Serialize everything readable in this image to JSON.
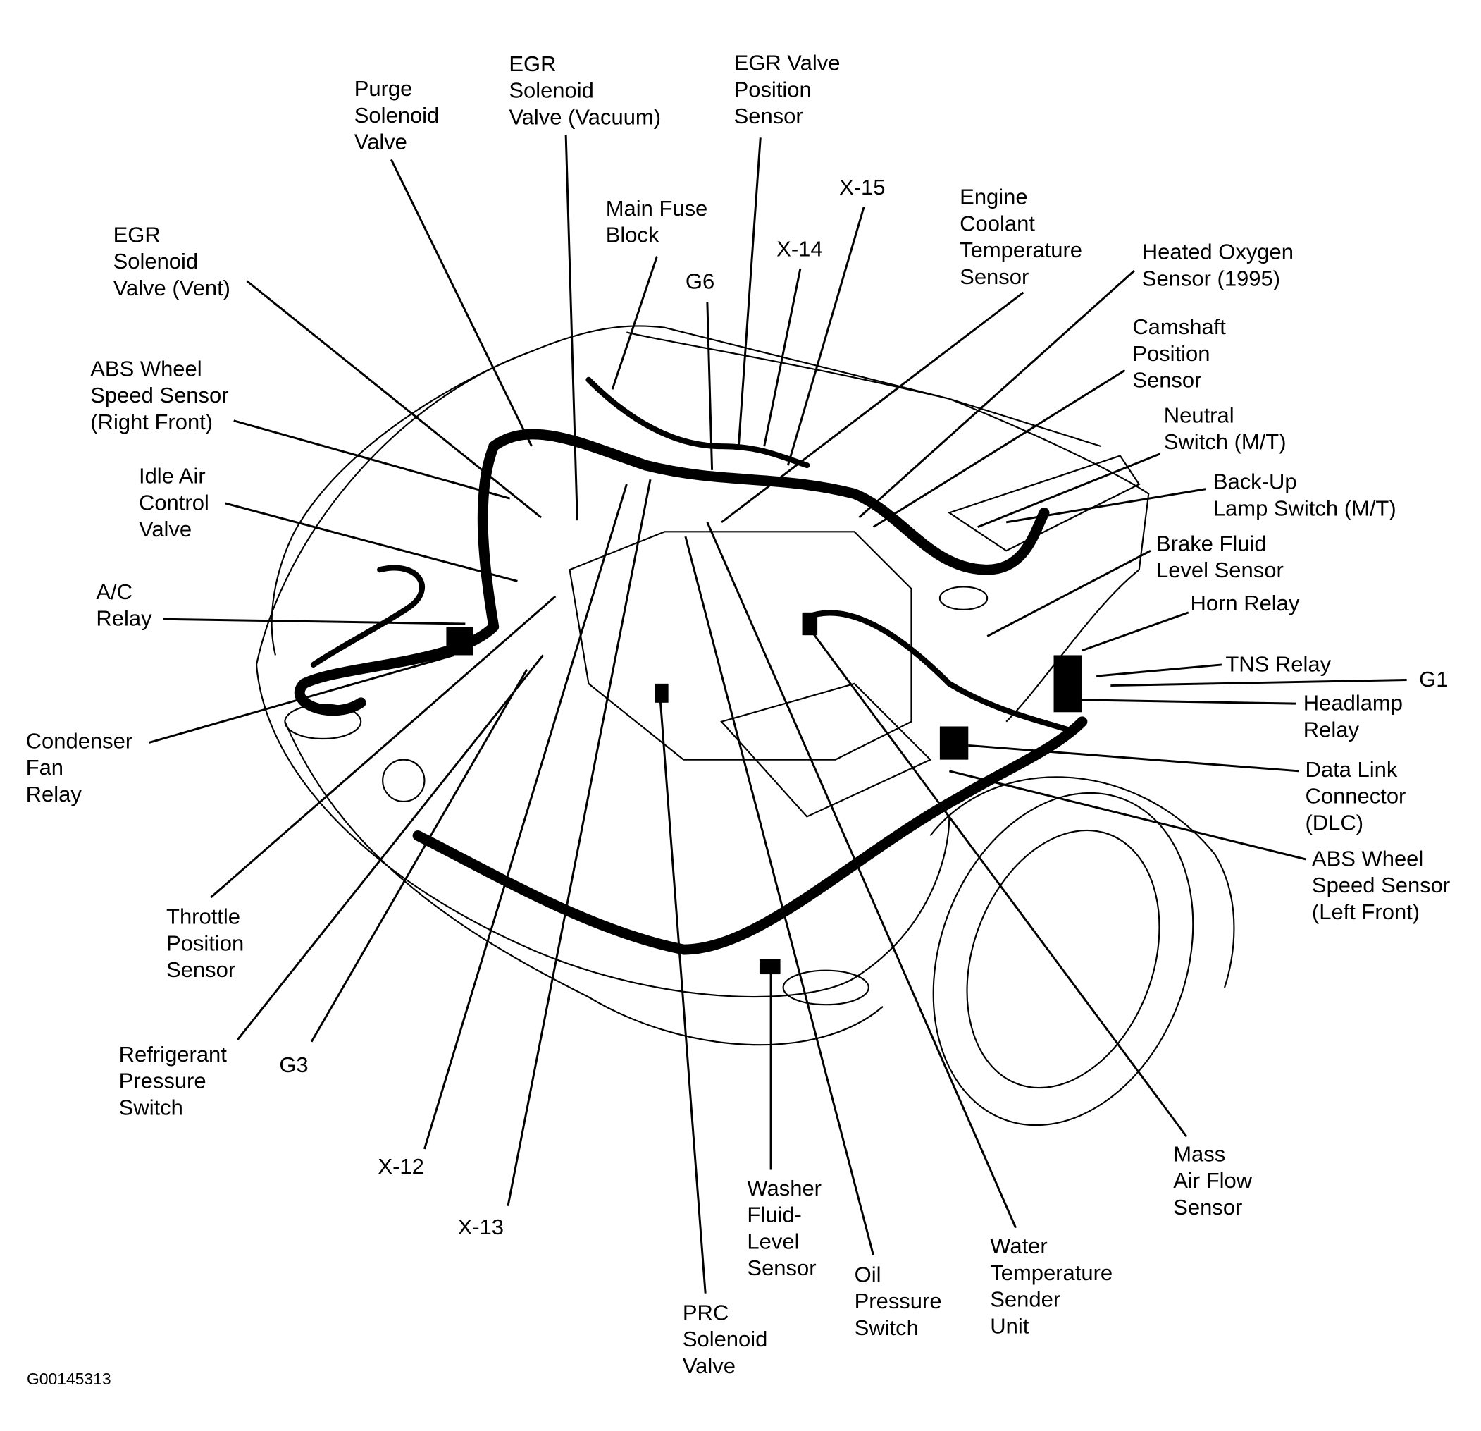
{
  "figure_code": "G00145313",
  "labels": [
    {
      "name": "purge-solenoid-valve",
      "lines": [
        "Purge",
        "Solenoid",
        "Valve"
      ]
    },
    {
      "name": "egr-solenoid-valve-vacuum",
      "lines": [
        "EGR",
        "Solenoid",
        "Valve (Vacuum)"
      ]
    },
    {
      "name": "egr-valve-position-sensor",
      "lines": [
        "EGR Valve",
        "Position",
        "Sensor"
      ]
    },
    {
      "name": "main-fuse-block",
      "lines": [
        "Main Fuse",
        "Block"
      ]
    },
    {
      "name": "x-15",
      "lines": [
        "X-15"
      ]
    },
    {
      "name": "x-14",
      "lines": [
        "X-14"
      ]
    },
    {
      "name": "g6",
      "lines": [
        "G6"
      ]
    },
    {
      "name": "engine-coolant-temperature-sensor",
      "lines": [
        "Engine",
        "Coolant",
        "Temperature",
        "Sensor"
      ]
    },
    {
      "name": "heated-oxygen-sensor",
      "lines": [
        "Heated Oxygen",
        "Sensor (1995)"
      ]
    },
    {
      "name": "camshaft-position-sensor",
      "lines": [
        "Camshaft",
        "Position",
        "Sensor"
      ]
    },
    {
      "name": "neutral-switch",
      "lines": [
        "Neutral",
        "Switch (M/T)"
      ]
    },
    {
      "name": "back-up-lamp-switch",
      "lines": [
        "Back-Up",
        "Lamp Switch (M/T)"
      ]
    },
    {
      "name": "brake-fluid-level-sensor",
      "lines": [
        "Brake Fluid",
        "Level Sensor"
      ]
    },
    {
      "name": "horn-relay",
      "lines": [
        "Horn Relay"
      ]
    },
    {
      "name": "tns-relay",
      "lines": [
        "TNS Relay"
      ]
    },
    {
      "name": "g1",
      "lines": [
        "G1"
      ]
    },
    {
      "name": "headlamp-relay",
      "lines": [
        "Headlamp",
        "Relay"
      ]
    },
    {
      "name": "data-link-connector",
      "lines": [
        "Data Link",
        "Connector",
        "(DLC)"
      ]
    },
    {
      "name": "abs-wheel-speed-sensor-left-front",
      "lines": [
        "ABS Wheel",
        "Speed Sensor",
        "(Left Front)"
      ]
    },
    {
      "name": "mass-air-flow-sensor",
      "lines": [
        "Mass",
        "Air Flow",
        "Sensor"
      ]
    },
    {
      "name": "water-temperature-sender-unit",
      "lines": [
        "Water",
        "Temperature",
        "Sender",
        "Unit"
      ]
    },
    {
      "name": "oil-pressure-switch",
      "lines": [
        "Oil",
        "Pressure",
        "Switch"
      ]
    },
    {
      "name": "washer-fluid-level-sensor",
      "lines": [
        "Washer",
        "Fluid-",
        "Level",
        "Sensor"
      ]
    },
    {
      "name": "prc-solenoid-valve",
      "lines": [
        "PRC",
        "Solenoid",
        "Valve"
      ]
    },
    {
      "name": "x-13",
      "lines": [
        "X-13"
      ]
    },
    {
      "name": "x-12",
      "lines": [
        "X-12"
      ]
    },
    {
      "name": "g3",
      "lines": [
        "G3"
      ]
    },
    {
      "name": "refrigerant-pressure-switch",
      "lines": [
        "Refrigerant",
        "Pressure",
        "Switch"
      ]
    },
    {
      "name": "throttle-position-sensor",
      "lines": [
        "Throttle",
        "Position",
        "Sensor"
      ]
    },
    {
      "name": "condenser-fan-relay",
      "lines": [
        "Condenser",
        "Fan",
        "Relay"
      ]
    },
    {
      "name": "ac-relay",
      "lines": [
        "A/C",
        "Relay"
      ]
    },
    {
      "name": "idle-air-control-valve",
      "lines": [
        "Idle Air",
        "Control",
        "Valve"
      ]
    },
    {
      "name": "abs-wheel-speed-sensor-right-front",
      "lines": [
        "ABS Wheel",
        "Speed Sensor",
        "(Right Front)"
      ]
    },
    {
      "name": "egr-solenoid-valve-vent",
      "lines": [
        "EGR",
        "Solenoid",
        "Valve (Vent)"
      ]
    }
  ]
}
